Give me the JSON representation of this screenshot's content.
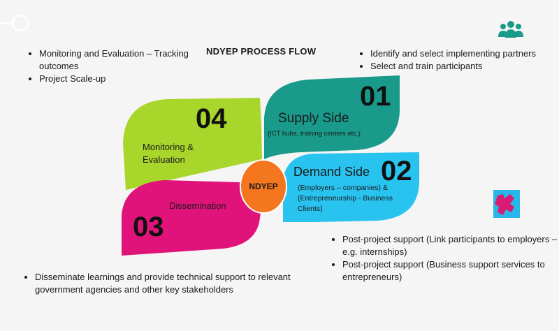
{
  "title": "NDYEP PROCESS FLOW",
  "center_label": "NDYEP",
  "petals": {
    "supply": {
      "number": "01",
      "title": "Supply Side",
      "subtitle": "(ICT hubs, training centers etc.)",
      "color": "#1a9a8a"
    },
    "demand": {
      "number": "02",
      "title": "Demand Side",
      "subtitle": "(Employers – companies) & (Entrepreneurship - Business Clients)",
      "color": "#29c3f0"
    },
    "dissemination": {
      "number": "03",
      "title": "Dissemination",
      "color": "#e0137a"
    },
    "monitoring": {
      "number": "04",
      "title": "Monitoring & Evaluation",
      "color": "#a9d62b"
    }
  },
  "center_color": "#f4761e",
  "bullets": {
    "top_left": [
      "Monitoring and Evaluation – Tracking outcomes",
      "Project Scale-up"
    ],
    "top_right": [
      "Identify and select implementing partners",
      "Select and train participants"
    ],
    "bottom_right": [
      "Post-project support (Link participants to employers – e.g. internships)",
      "Post-project support (Business support services to entrepreneurs)"
    ],
    "bottom_left": [
      "Disseminate learnings and provide technical support to relevant government agencies and other key stakeholders"
    ]
  },
  "icons": {
    "top_left": "toggle-circle-icon",
    "top_right": "team-people-icon",
    "right": "puzzle-piece-icon"
  }
}
